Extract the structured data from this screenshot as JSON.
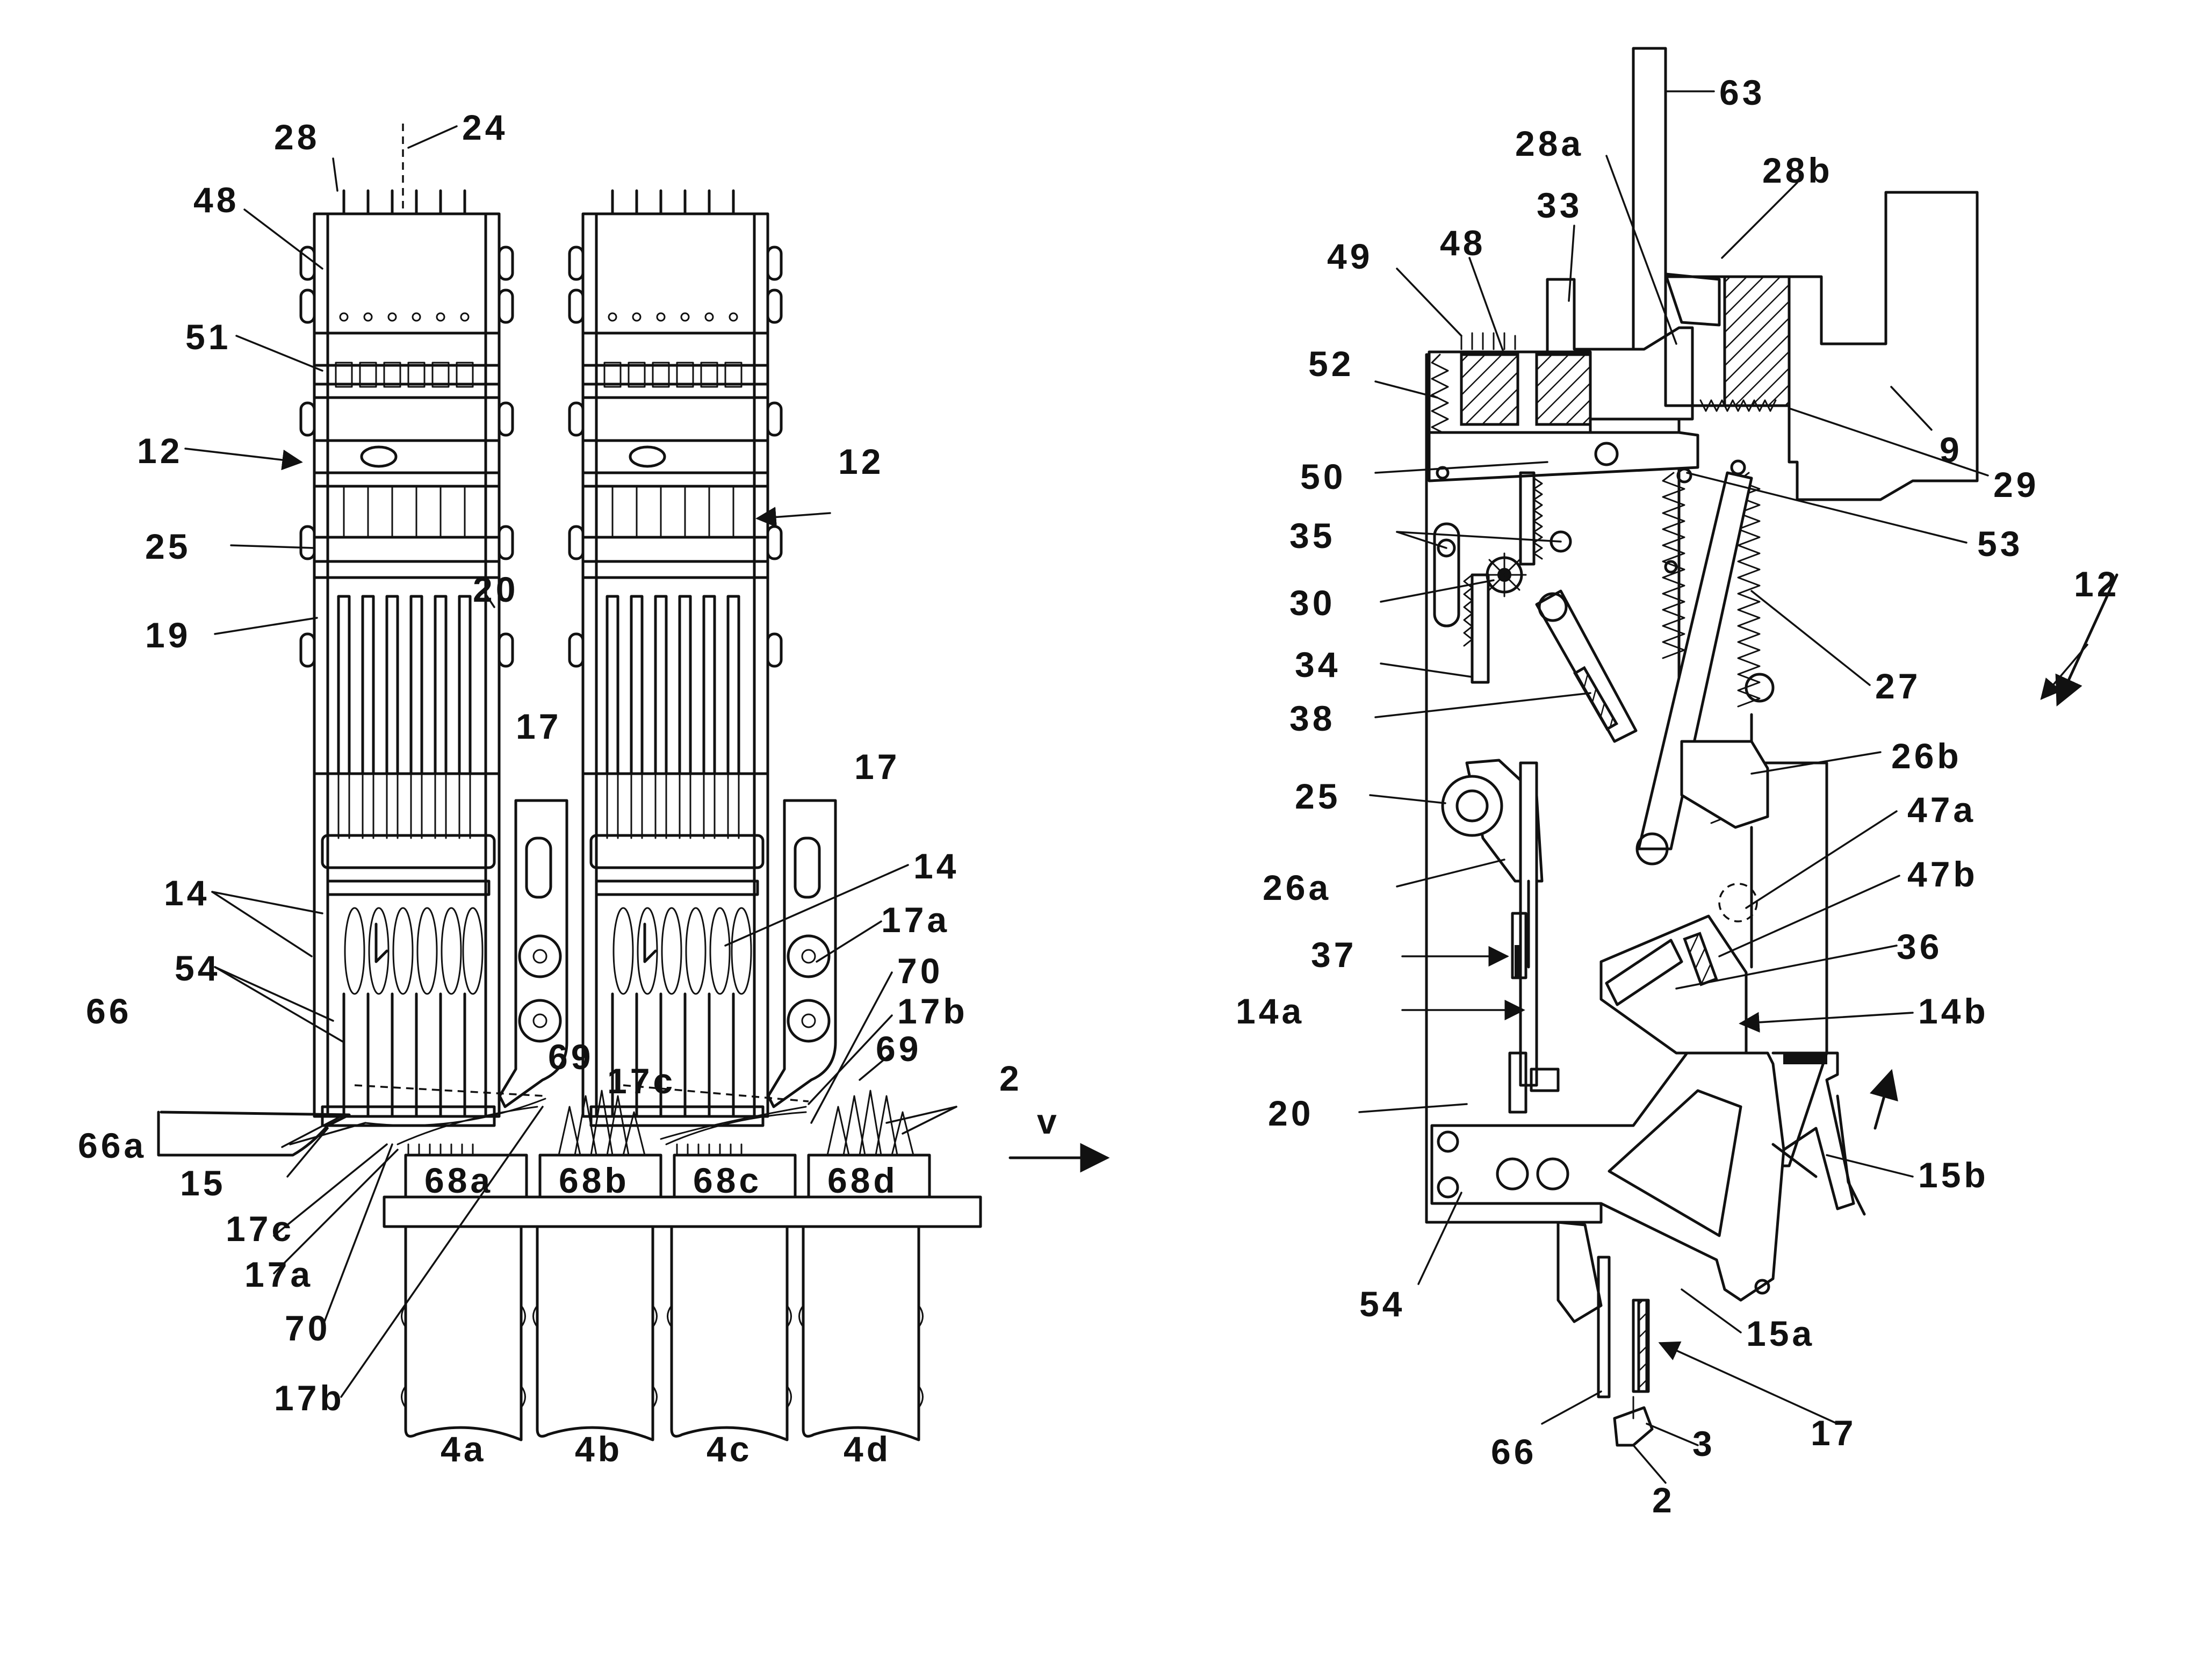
{
  "left_figure": {
    "labels": {
      "l28": "28",
      "l24": "24",
      "l48": "48",
      "l51": "51",
      "l12a": "12",
      "l12b": "12",
      "l25": "25",
      "l20": "20",
      "l19": "19",
      "l17a_top": "17",
      "l17b_top": "17",
      "l14a": "14",
      "l14b": "14",
      "l54": "54",
      "l17a_r": "17a",
      "l70_r": "70",
      "l17b_r": "17b",
      "l69_r": "69",
      "l66": "66",
      "l69_m": "69",
      "l17c_m": "17c",
      "l2": "2",
      "l68a": "68a",
      "l68b": "68b",
      "l68c": "68c",
      "l68d": "68d",
      "lv": "v",
      "l66a": "66a",
      "l15": "15",
      "l17c_l": "17c",
      "l17a_l": "17a",
      "l70_l": "70",
      "l17b_l": "17b",
      "l4a": "4a",
      "l4b": "4b",
      "l4c": "4c",
      "l4d": "4d"
    }
  },
  "right_figure": {
    "labels": {
      "l63": "63",
      "l28a": "28a",
      "l28b": "28b",
      "l33": "33",
      "l49": "49",
      "l48": "48",
      "l52": "52",
      "l9": "9",
      "l29": "29",
      "l50": "50",
      "l53": "53",
      "l35": "35",
      "l12": "12",
      "l30": "30",
      "l34": "34",
      "l27": "27",
      "l38": "38",
      "l26b": "26b",
      "l25": "25",
      "l47a": "47a",
      "l26a": "26a",
      "l47b": "47b",
      "l36": "36",
      "l37": "37",
      "l14a": "14a",
      "l14b": "14b",
      "l20": "20",
      "l15b": "15b",
      "l54": "54",
      "l15a": "15a",
      "l17": "17",
      "l66": "66",
      "l3": "3",
      "l2": "2"
    }
  }
}
